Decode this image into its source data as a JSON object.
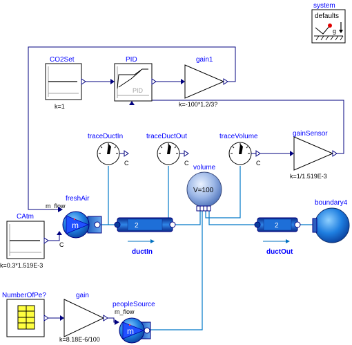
{
  "blocks": {
    "system": {
      "name": "system",
      "text_defaults": "defaults",
      "text_g": "g"
    },
    "co2set": {
      "name": "CO2Set",
      "param": "k=1"
    },
    "pid": {
      "name": "PID",
      "inner_label": "PID"
    },
    "gain1": {
      "name": "gain1",
      "param": "k=-100*1.2/3?"
    },
    "trace_duct_in": {
      "name": "traceDuctIn",
      "port_label": "C"
    },
    "trace_duct_out": {
      "name": "traceDuctOut",
      "port_label": "C"
    },
    "trace_volume": {
      "name": "traceVolume",
      "port_label": "C"
    },
    "gain_sensor": {
      "name": "gainSensor",
      "param": "k=1/1.519E-3"
    },
    "volume": {
      "name": "volume",
      "inner": "V=100"
    },
    "fresh_air": {
      "name": "freshAir",
      "input_label": "m_flow",
      "c_label": "C",
      "symbol": "m"
    },
    "duct_in": {
      "name": "ductIn",
      "inner": "2"
    },
    "duct_out": {
      "name": "ductOut",
      "inner": "2"
    },
    "boundary4": {
      "name": "boundary4"
    },
    "catm": {
      "name": "CAtm",
      "param": "k=0.3*1.519E-3"
    },
    "number_of_people": {
      "name": "NumberOfPe?"
    },
    "gain": {
      "name": "gain",
      "param": "k=8.18E-6/100"
    },
    "people_source": {
      "name": "peopleSource",
      "input_label": "m_flow",
      "symbol": "m"
    }
  },
  "colors": {
    "signal_line": "#00007f",
    "fluid_line": "#0078c8",
    "name_text": "#0000ff",
    "fluid_blue": "#0000ff",
    "sensor_line": "#0077bb"
  }
}
